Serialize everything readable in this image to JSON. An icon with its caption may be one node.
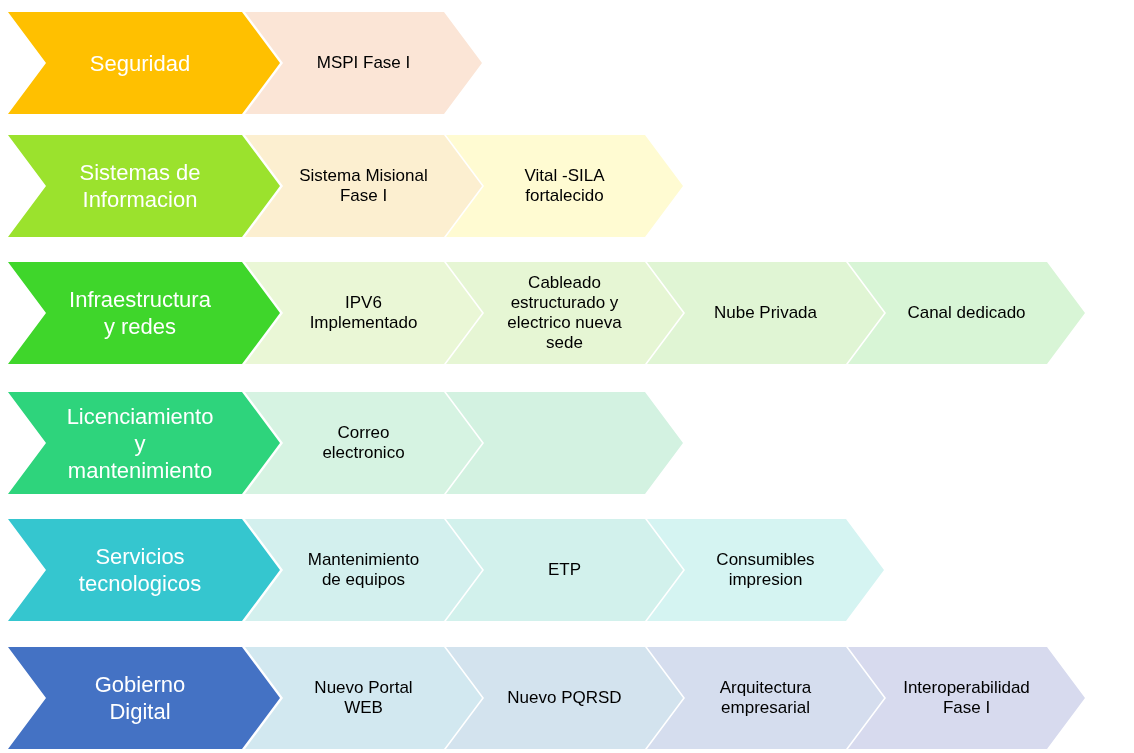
{
  "diagram": {
    "nodes": [
      {
        "text": [
          "Seguridad"
        ]
      },
      {
        "text": [
          "MSPI Fase I"
        ]
      },
      {
        "text": [
          "Sistemas de Informacion"
        ]
      },
      {
        "text": [
          "Sistema Misional Fase I"
        ]
      },
      {
        "text": [
          "Vital -SILA fortalecido"
        ]
      },
      {
        "text": [
          "Infraestructura y redes"
        ]
      },
      {
        "text": [
          "IPV6 Implementado"
        ]
      },
      {
        "text": [
          "Cableado estructurado y electrico nueva sede"
        ]
      },
      {
        "text": [
          "Nube Privada"
        ]
      },
      {
        "text": [
          "Canal dedicado"
        ]
      },
      {
        "text": [
          "Licenciamiento y mantenimiento"
        ]
      },
      {
        "text": [
          "Correo electronico"
        ]
      },
      {
        "text": [],
        "shape": "chevron"
      },
      {
        "text": [
          "Servicios tecnologicos"
        ]
      },
      {
        "text": [
          "Mantenimiento de equipos"
        ]
      },
      {
        "text": [
          "ETP"
        ]
      },
      {
        "text": [
          "Consumibles impresion"
        ]
      },
      {
        "text": [
          "Gobierno Digital"
        ]
      },
      {
        "text": [
          "Nuevo Portal WEB"
        ]
      },
      {
        "text": [
          "Nuevo PQRSD"
        ]
      },
      {
        "text": [
          "Arquitectura empresarial"
        ]
      },
      {
        "text": [
          "Interoperabilidad Fase I"
        ]
      }
    ],
    "edges": []
  }
}
